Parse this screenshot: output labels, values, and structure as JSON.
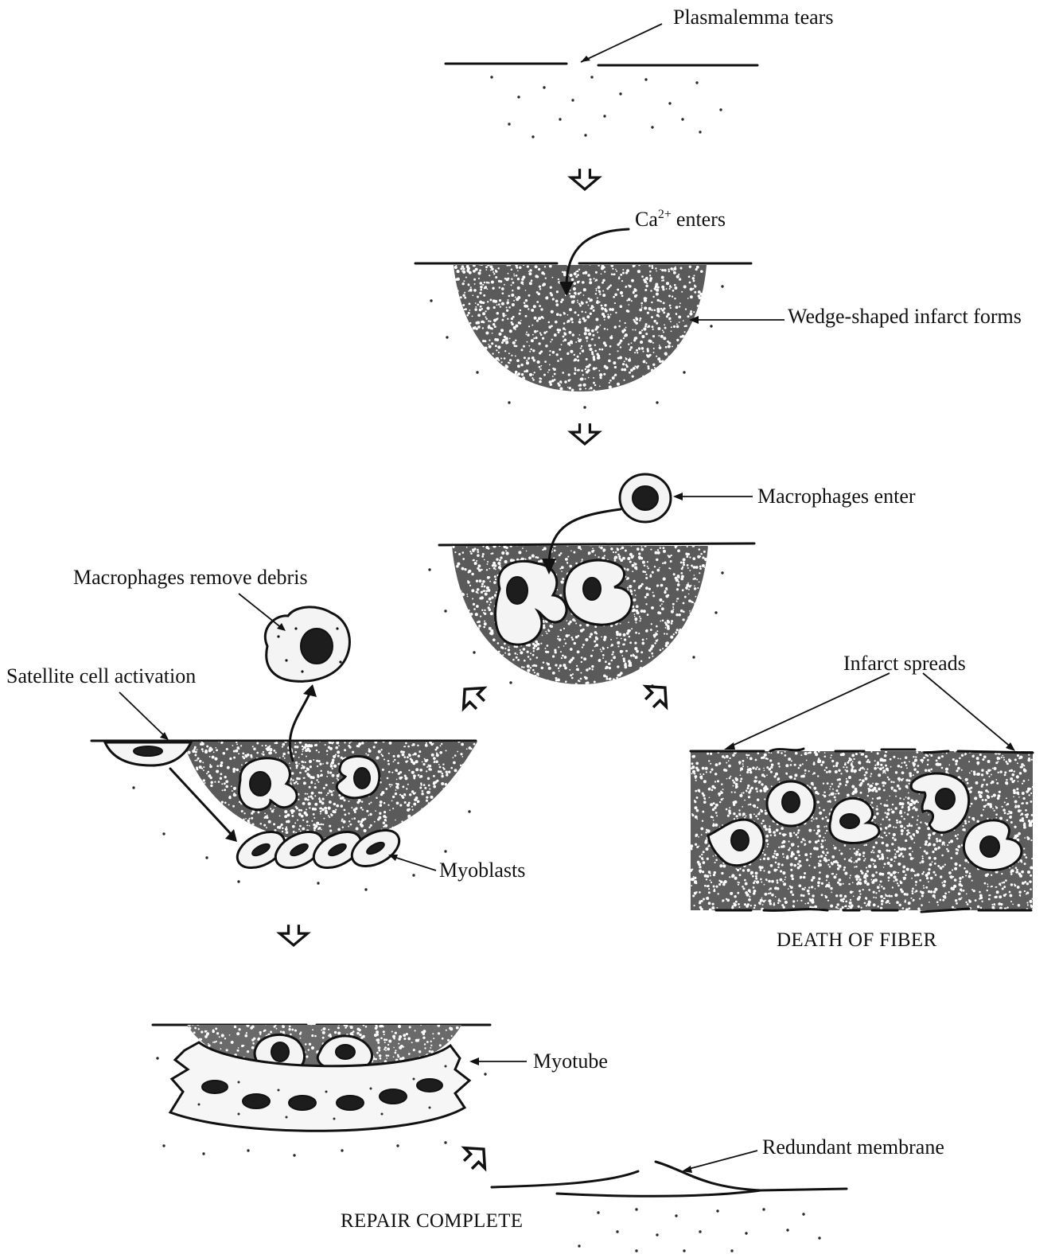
{
  "title": "",
  "labels": {
    "plasmalemma_tears": "Plasmalemma tears",
    "ca_enters_main": "Ca",
    "ca_enters_sup": "2+",
    "ca_enters_rest": "enters",
    "wedge_infarct": "Wedge-shaped infarct forms",
    "macrophages_enter": "Macrophages enter",
    "macrophages_remove": "Macrophages remove debris",
    "satellite_activation": "Satellite cell activation",
    "infarct_spreads": "Infarct spreads",
    "myoblasts": "Myoblasts",
    "death_of_fiber": "DEATH OF FIBER",
    "myotube": "Myotube",
    "redundant_membrane": "Redundant membrane",
    "repair_complete": "REPAIR COMPLETE"
  },
  "colors": {
    "ink": "#111111",
    "cell_fill": "#f4f4f4",
    "background": "#ffffff"
  }
}
